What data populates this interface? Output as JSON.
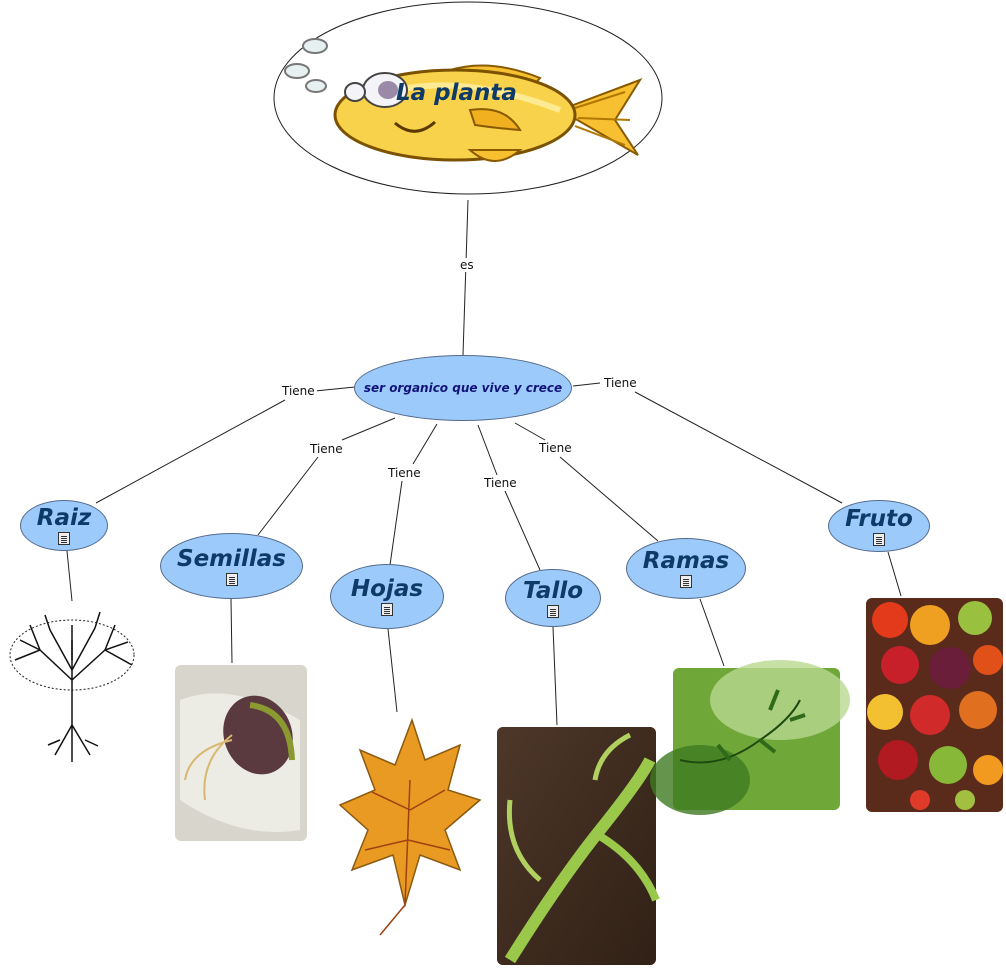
{
  "title": "La planta",
  "center": "ser organico que vive y crece",
  "link_labels": {
    "es": "es",
    "tiene": "Tiene"
  },
  "nodes": {
    "raiz": "Raiz",
    "semillas": "Semillas",
    "hojas": "Hojas",
    "tallo": "Tallo",
    "ramas": "Ramas",
    "fruto": "Fruto"
  },
  "colors": {
    "node_fill": "#9ccbfb",
    "node_border": "#556b8c",
    "node_text": "#0d3a66",
    "line": "#222222"
  },
  "icons": [
    "document-icon",
    "fish-image",
    "tree-image",
    "seed-image",
    "leaf-image",
    "stem-image",
    "branch-image",
    "fruit-image"
  ]
}
